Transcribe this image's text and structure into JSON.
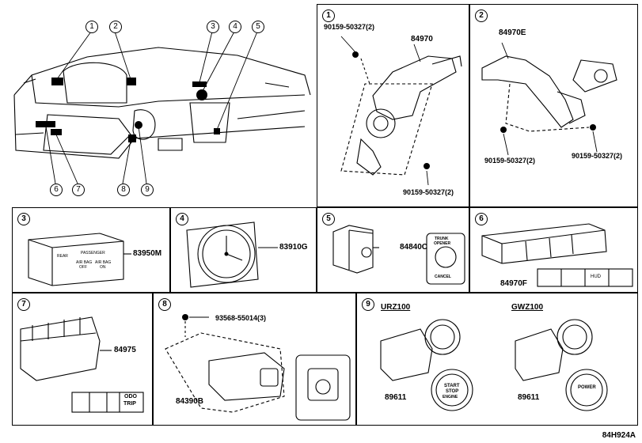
{
  "overview": {
    "callouts": [
      "1",
      "2",
      "3",
      "4",
      "5",
      "6",
      "7",
      "8",
      "9"
    ]
  },
  "panels": {
    "p1": {
      "num": "1",
      "part": "84970",
      "bolt_top": "90159-50327(2)",
      "bolt_bottom": "90159-50327(2)"
    },
    "p2": {
      "num": "2",
      "part": "84970E",
      "bolt_left": "90159-50327(2)",
      "bolt_right": "90159-50327(2)"
    },
    "p3": {
      "num": "3",
      "part": "83950M",
      "switch_texts": [
        "REAR",
        "PASSENGER",
        "AIR BAG",
        "OFF",
        "AIR BAG",
        "ON"
      ]
    },
    "p4": {
      "num": "4",
      "part": "83910G"
    },
    "p5": {
      "num": "5",
      "part": "84840C",
      "badge_line1": "TRUNK",
      "badge_line2": "OPENER",
      "badge_line3": "CANCEL"
    },
    "p6": {
      "num": "6",
      "part": "84970F",
      "strip_text": "HUD"
    },
    "p7": {
      "num": "7",
      "part": "84975",
      "strip_text_1": "ODO",
      "strip_text_2": "TRIP"
    },
    "p8": {
      "num": "8",
      "part": "84390B",
      "bolt": "93568-55014(3)"
    },
    "p9": {
      "num": "9",
      "sub_left": "URZ100",
      "sub_right": "GWZ100",
      "part_left": "89611",
      "part_right": "89611",
      "btn_left_1": "START",
      "btn_left_2": "STOP",
      "btn_left_3": "ENGINE",
      "btn_right_1": "POWER"
    }
  },
  "reference_code": "84H924A"
}
